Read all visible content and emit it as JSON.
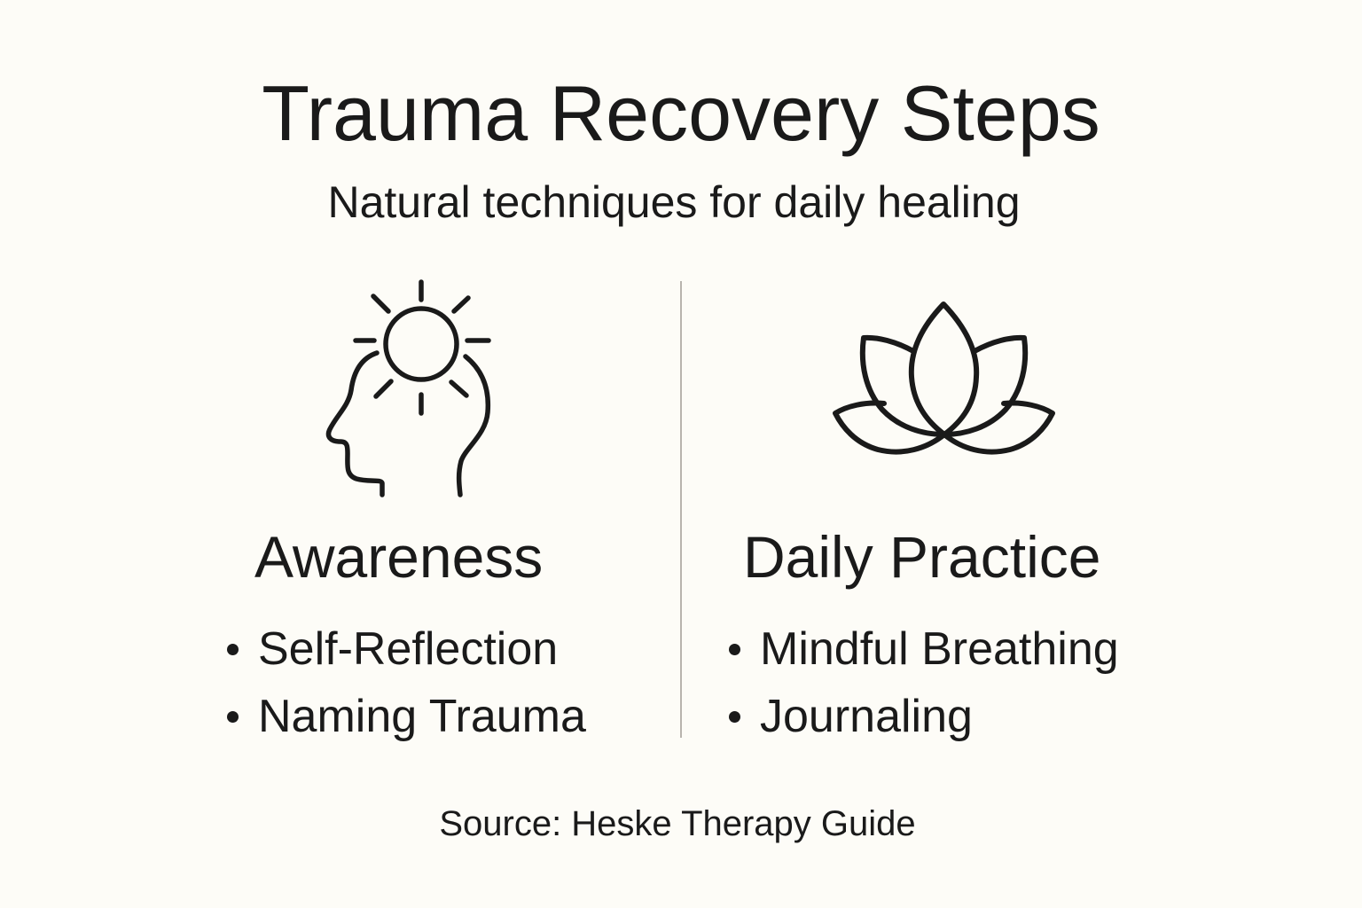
{
  "header": {
    "title": "Trauma Recovery Steps",
    "subtitle": "Natural techniques for daily healing"
  },
  "columns": [
    {
      "icon": "head-with-sun-icon",
      "heading": "Awareness",
      "items": [
        "Self-Reflection",
        "Naming Trauma"
      ]
    },
    {
      "icon": "lotus-icon",
      "heading": "Daily Practice",
      "items": [
        "Mindful Breathing",
        "Journaling"
      ]
    }
  ],
  "footer": {
    "source": "Source: Heske Therapy Guide"
  },
  "colors": {
    "background": "#fdfcf7",
    "text": "#1a1a1a",
    "divider": "#b8b4ae"
  }
}
